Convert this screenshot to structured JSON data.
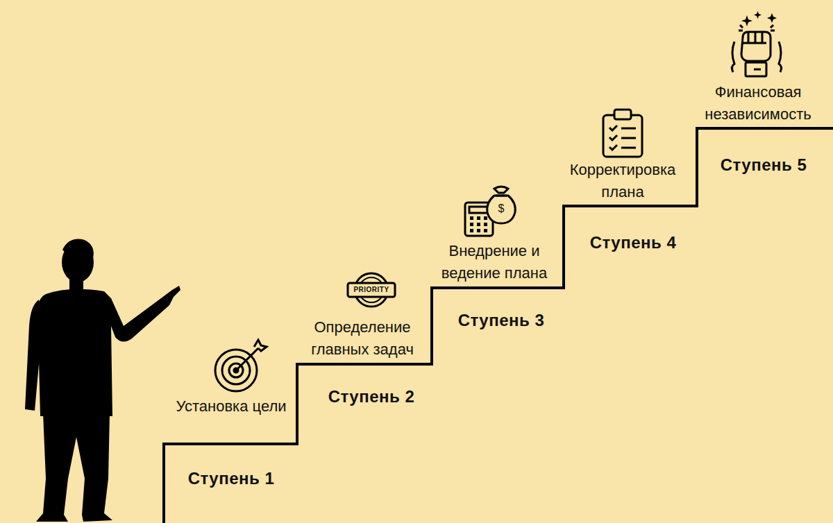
{
  "diagram": {
    "labels": [
      "Установка цели",
      "Ступень 1",
      "PRIORITY",
      "Определение главных задач",
      "Ступень 2",
      "$",
      "Внедрение и ведение плана",
      "Ступень 3",
      "Корректировка плана",
      "Ступень 4",
      "Финансовая независимость",
      "Ступень 5"
    ]
  }
}
